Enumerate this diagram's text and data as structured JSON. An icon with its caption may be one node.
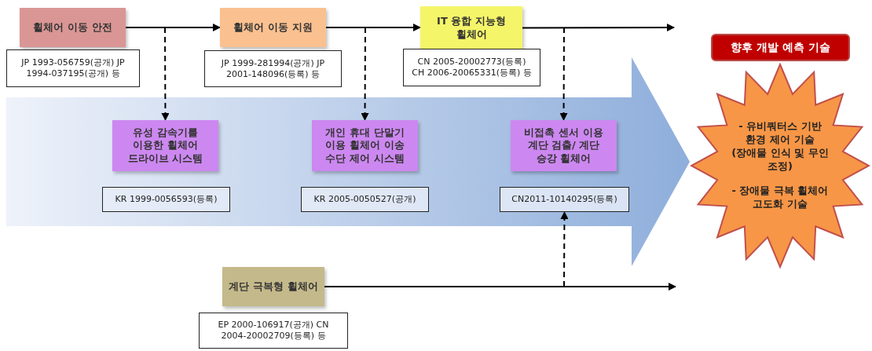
{
  "diagram": {
    "nodes": [
      {
        "text": [
          "휠체어 이동 안전"
        ]
      },
      {
        "text": [
          "휠체어 이동 지원"
        ]
      },
      {
        "text": [
          "IT 융합 지능형 휠체어"
        ]
      },
      {
        "text": [
          "향후 개발 예측 기술"
        ]
      },
      {
        "text": [
          "JP 1993-056759(공개) JP 1994-037195(공개) 등"
        ]
      },
      {
        "text": [
          "JP 1999-281994(공개) JP 2001-148096(등록) 등"
        ]
      },
      {
        "text": [
          "CN 2005-20002773(등록) CH 2006-20065331(등록) 등"
        ]
      },
      {
        "text": [
          "유성 감속기를 이용한 휠체어 드라이브 시스템"
        ]
      },
      {
        "text": [
          "개인 휴대 단말기 이용 휠체어 이송 수단 제어 시스템"
        ]
      },
      {
        "text": [
          "비접촉 센서 이용 계단 검출/ 계단 승강 휠체어"
        ]
      },
      {
        "text": [
          "- 유비쿼터스 기반 환경 제어 기술 (장애물 인식 및 무인 조정)",
          "- 장애물 극복 휠체어 고도화 기술"
        ]
      },
      {
        "text": [
          "KR 1999-0056593(등록)"
        ]
      },
      {
        "text": [
          "KR 2005-0050527(공개)"
        ]
      },
      {
        "text": [
          "CN2011-10140295(등록)"
        ]
      },
      {
        "text": [
          "계단 극복형 휠체어"
        ]
      },
      {
        "text": [
          "EP 2000-106917(공개) CN 2004-20002709(등록) 등"
        ]
      }
    ],
    "edges": [
      {
        "from": 0,
        "to": 1,
        "arrow": "to"
      },
      {
        "from": 1,
        "to": 2,
        "arrow": "to"
      },
      {
        "from": 2,
        "to": null,
        "arrow": "to"
      },
      {
        "from": null,
        "to": 7,
        "arrow": "to",
        "style": "dashed"
      },
      {
        "from": null,
        "to": 8,
        "arrow": "to",
        "style": "dashed"
      },
      {
        "from": null,
        "to": 9,
        "arrow": "to",
        "style": "dashed"
      },
      {
        "from": 14,
        "to": null,
        "arrow": "to"
      },
      {
        "from": null,
        "to": 13,
        "arrow": "to",
        "style": "dashed"
      },
      {
        "from": null,
        "to": 10,
        "arrow": "to",
        "style": "thick",
        "color": "#8eaedb"
      }
    ]
  }
}
